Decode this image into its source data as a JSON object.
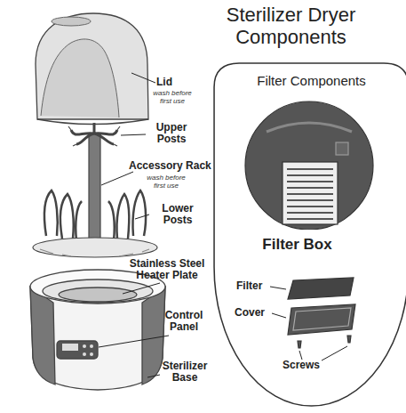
{
  "diagram": {
    "title": "Sterilizer Dryer Components",
    "nodes": [
      {
        "text": [
          "Filter Components"
        ]
      },
      {
        "text": [
          "Filter Box"
        ],
        "in": 0
      }
    ],
    "labels": [
      "Lid",
      "wash before first use",
      "Upper Posts",
      "Accessory Rack",
      "wash before first use",
      "Lower Posts",
      "Stainless Steel Heater Plate",
      "Control Panel",
      "Sterilizer Base",
      "Filter",
      "Cover",
      "Screws"
    ]
  }
}
